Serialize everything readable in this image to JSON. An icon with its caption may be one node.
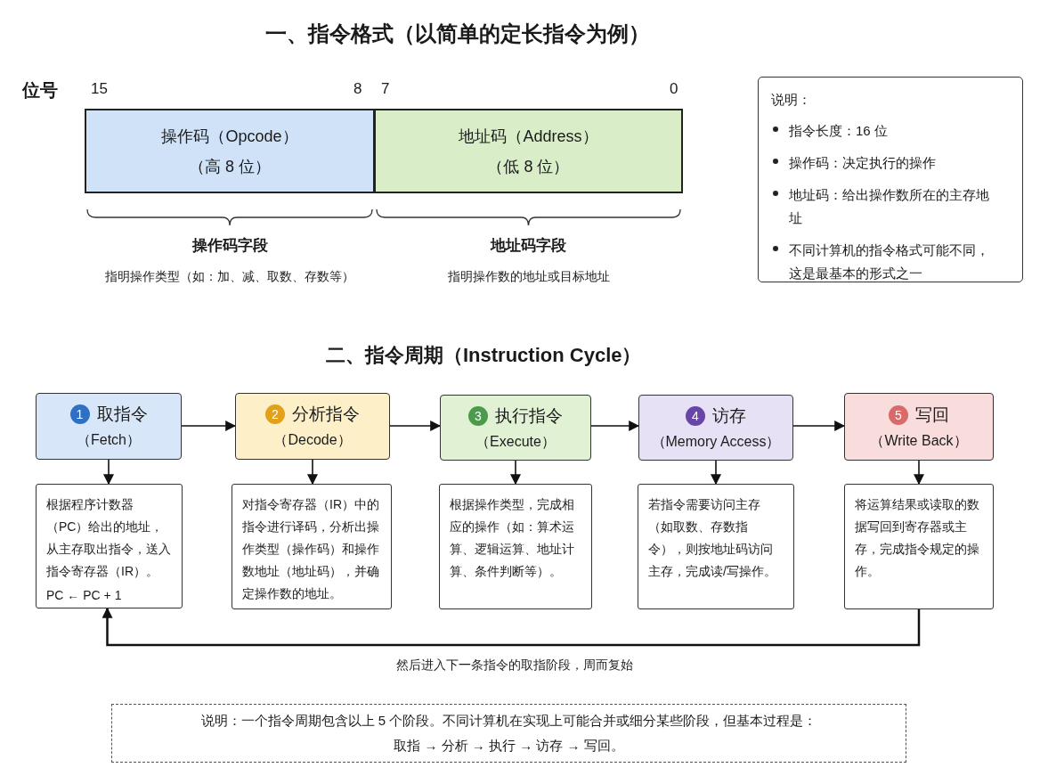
{
  "diagram": {
    "title": "一、指令格式（以简单的定长指令为例）",
    "nodes": [
      {
        "text": [
          "操作码（Opcode）",
          "（高 8 位）"
        ],
        "beside": [
          "操作码字段",
          "指明操作类型（如：加、减、取数、存数等）"
        ]
      },
      {
        "text": [
          "地址码（Address）",
          "（低 8 位）"
        ],
        "beside": [
          "地址码字段",
          "指明操作数的地址或目标地址"
        ]
      },
      {
        "text": [
          "说明：",
          "指令长度：16 位",
          "操作码：决定执行的操作",
          "地址码：给出操作数所在的主存地址",
          "不同计算机的指令格式可能不同，这是最基本的形式之一"
        ]
      },
      {
        "text": [
          "1",
          "取指令",
          "（Fetch）"
        ]
      },
      {
        "text": [
          "2",
          "分析指令",
          "（Decode）"
        ]
      },
      {
        "text": [
          "3",
          "执行指令",
          "（Execute）"
        ]
      },
      {
        "text": [
          "4",
          "访存",
          "（Memory Access）"
        ]
      },
      {
        "text": [
          "5",
          "写回",
          "（Write Back）"
        ]
      },
      {
        "text": [
          "根据程序计数器（PC）给出的地址，从主存取出指令，送入指令寄存器（IR）。",
          "PC ← PC + 1"
        ]
      },
      {
        "text": [
          "对指令寄存器（IR）中的指令进行译码，分析出操作类型（操作码）和操作数地址（地址码），并确定操作数的地址。"
        ]
      },
      {
        "text": [
          "根据操作类型，完成相应的操作（如：算术运算、逻辑运算、地址计算、条件判断等）。"
        ]
      },
      {
        "text": [
          "若指令需要访问主存（如取数、存数指令），则按地址码访问主存，完成读/写操作。"
        ]
      },
      {
        "text": [
          "将运算结果或读取的数据写回到寄存器或主存，完成指令规定的操作。"
        ]
      },
      {
        "text": [
          "说明：一个指令周期包含以上 5 个阶段。不同计算机在实现上可能合并或细分某些阶段，但基本过程是：取指 → 分析 → 执行 → 访存 → 写回。"
        ]
      }
    ],
    "edges": [
      {
        "from": 3,
        "to": 4,
        "arrow": "to"
      },
      {
        "from": 4,
        "to": 5,
        "arrow": "to"
      },
      {
        "from": 5,
        "to": 6,
        "arrow": "to"
      },
      {
        "from": 6,
        "to": 7,
        "arrow": "to"
      },
      {
        "from": 3,
        "to": 8,
        "arrow": "to"
      },
      {
        "from": 4,
        "to": 9,
        "arrow": "to"
      },
      {
        "from": 5,
        "to": 10,
        "arrow": "to"
      },
      {
        "from": 6,
        "to": 11,
        "arrow": "to"
      },
      {
        "from": 7,
        "to": 12,
        "arrow": "to"
      },
      {
        "from": 12,
        "to": 8,
        "arrow": "to",
        "label": "然后进入下一条指令的取指阶段，周而复始"
      }
    ],
    "labels": [
      "位号",
      "15",
      "8",
      "7",
      "0",
      "二、指令周期（Instruction Cycle）"
    ]
  }
}
